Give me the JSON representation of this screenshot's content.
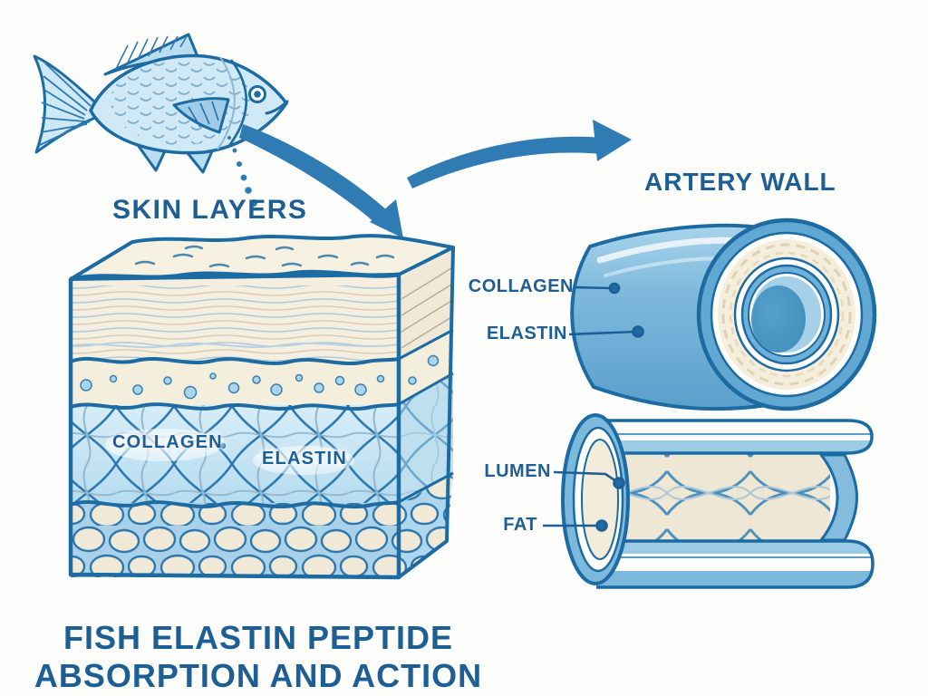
{
  "title": {
    "line1": "FISH ELASTIN PEPTIDE",
    "line2": "ABSORPTION AND ACTION"
  },
  "skin_section": {
    "heading": "SKIN LAYERS",
    "inner_labels": {
      "collagen": "COLLAGEN",
      "elastin": "ELASTIN"
    }
  },
  "artery_section": {
    "heading": "ARTERY WALL",
    "callouts": {
      "collagen": "COLLAGEN",
      "elastin": "ELASTIN",
      "lumen": "LUMEN",
      "fat": "FAT"
    }
  },
  "icons": {
    "fish": "fish-illustration",
    "down_arrow": "curved-arrow-to-skin",
    "right_arrow": "curved-arrow-to-artery",
    "dotted_trail": "peptide-dotted-trail"
  },
  "colors": {
    "heading_text": "#1d5f95",
    "outline_blue": "#1c6ba3",
    "arrow_blue": "#2f7cb5",
    "tube_blue": "#7db9dd",
    "light_blue_fill": "#cfe9f6",
    "dermis_blue": "#c3e2f2",
    "cream": "#f5eedd",
    "background": "#fdfdfc"
  }
}
